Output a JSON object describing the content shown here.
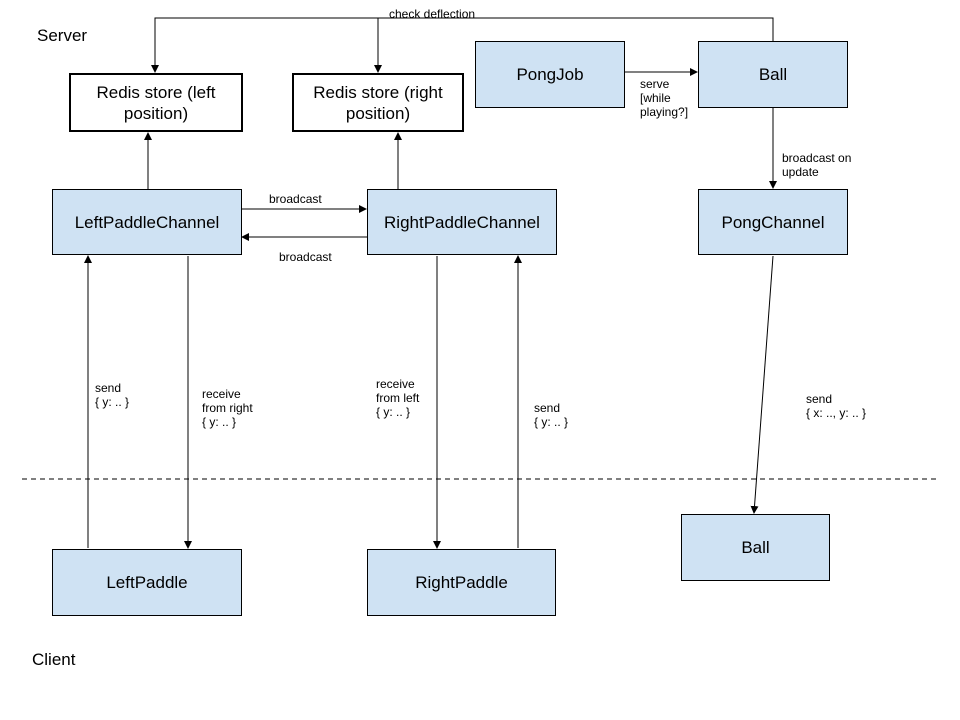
{
  "regions": {
    "server": "Server",
    "client": "Client"
  },
  "nodes": {
    "redis_left": "Redis store (left\nposition)",
    "redis_right": "Redis store (right\nposition)",
    "pongjob": "PongJob",
    "ball_server": "Ball",
    "left_channel": "LeftPaddleChannel",
    "right_channel": "RightPaddleChannel",
    "pong_channel": "PongChannel",
    "left_paddle": "LeftPaddle",
    "right_paddle": "RightPaddle",
    "ball_client": "Ball"
  },
  "labels": {
    "check_deflection": "check deflection",
    "serve": "serve\n[while\nplaying?]",
    "broadcast_on_update": "broadcast on\nupdate",
    "broadcast_right": "broadcast",
    "broadcast_left": "broadcast",
    "left_send": "send\n{ y: .. }",
    "left_receive": "receive\nfrom right\n{ y: .. }",
    "right_receive": "receive\nfrom left\n{ y: .. }",
    "right_send": "send\n{ y: .. }",
    "ball_send": "send\n{ x: .., y: .. }"
  },
  "colors": {
    "service_fill": "#cfe2f3",
    "store_fill": "#ffffff",
    "line": "#000000"
  }
}
